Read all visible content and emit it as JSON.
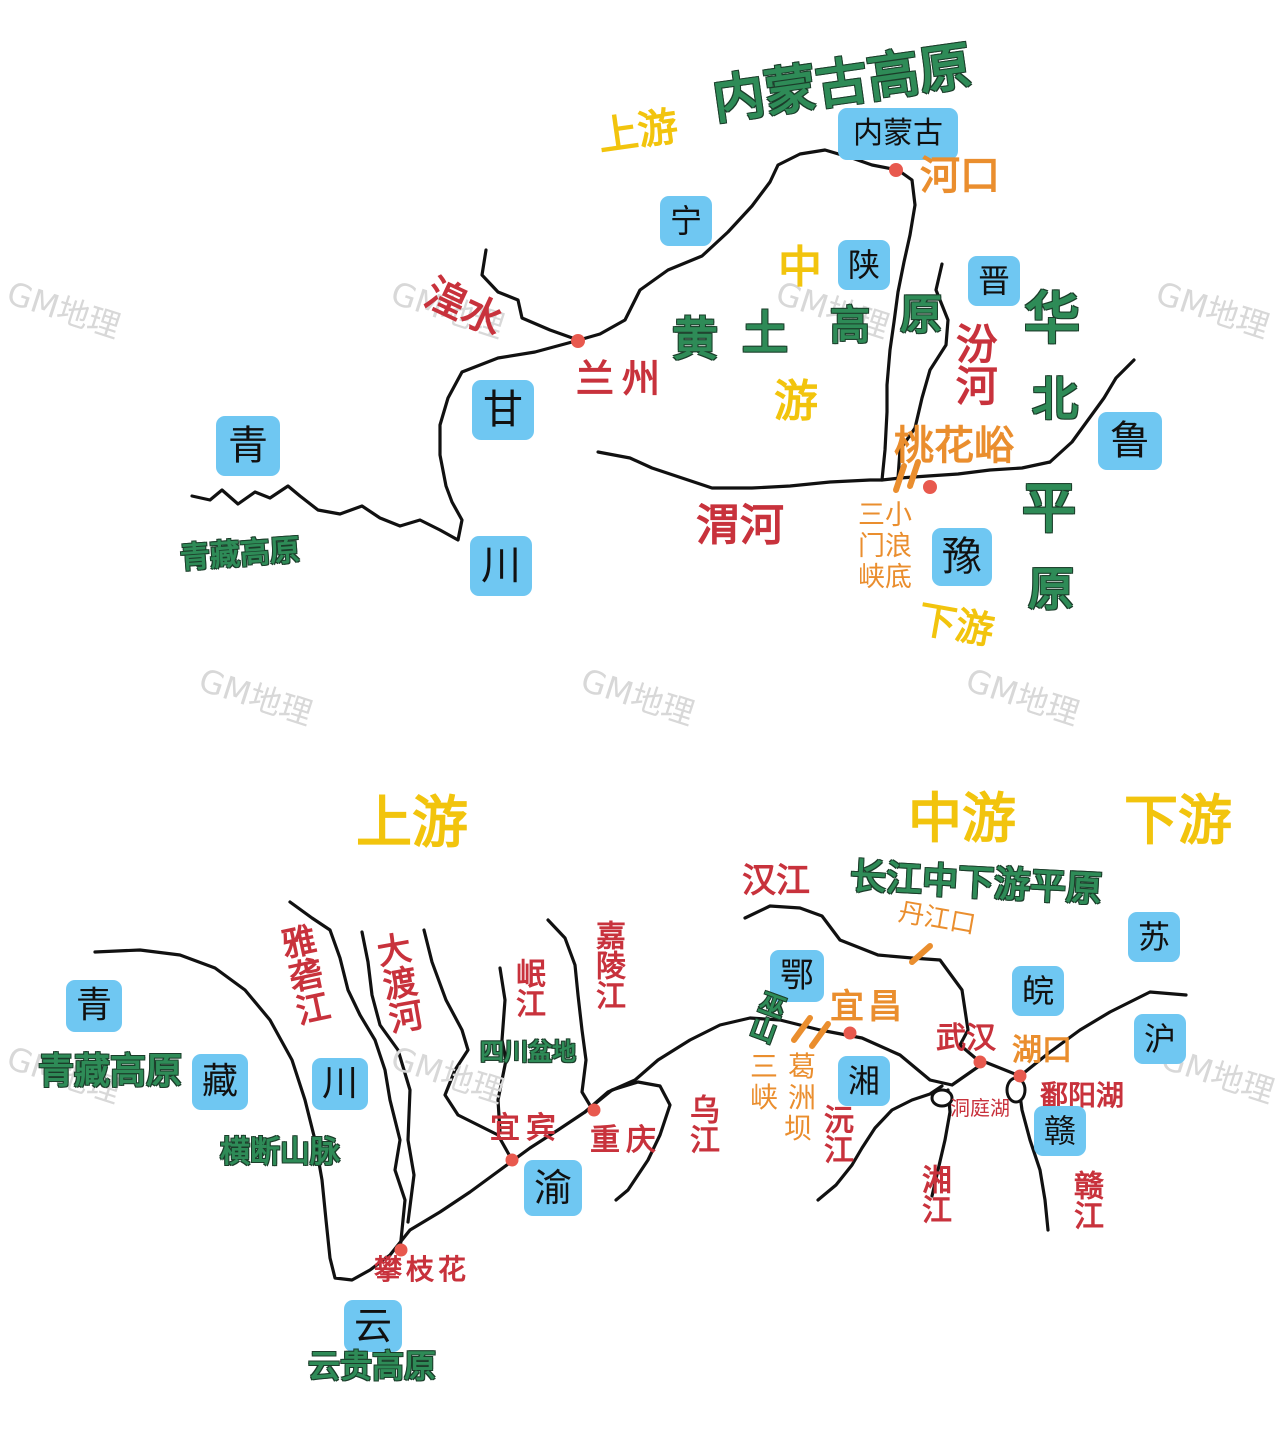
{
  "yellow_river": {
    "stages": {
      "upper": "上游",
      "middle": "中游",
      "lower": "下游"
    },
    "regions": {
      "inner_mongolia_plateau": "内蒙古高原",
      "loess_plateau": [
        "黄",
        "土",
        "高",
        "原"
      ],
      "north_china_plain": [
        "华",
        "北",
        "平",
        "原"
      ],
      "qinghai_tibet_plateau": "青藏高原"
    },
    "provinces": {
      "inner_mongolia": "内蒙古",
      "ningxia": "宁",
      "shaanxi": "陕",
      "shanxi": "晋",
      "gansu": "甘",
      "qinghai": "青",
      "sichuan": "川",
      "henan": "豫",
      "shandong": "鲁"
    },
    "rivers": {
      "huangshui": "湟水",
      "fenhe": "汾河",
      "weihe": "渭河"
    },
    "places": {
      "lanzhou": "兰州",
      "hekou": "河口",
      "taohuayu": "桃花峪",
      "xiaolangdi": [
        "三小",
        "门浪",
        "峡底"
      ]
    }
  },
  "yangtze_river": {
    "stages": {
      "upper": "上游",
      "middle": "中游",
      "lower": "下游"
    },
    "regions": {
      "qinghai_tibet_plateau": "青藏高原",
      "sichuan_basin": "四川盆地",
      "hengduan_mountains": "横断山脉",
      "yungui_plateau": "云贵高原",
      "middle_lower_plain": "长江中下游平原"
    },
    "provinces": {
      "qinghai": "青",
      "tibet": "藏",
      "sichuan": "川",
      "yunnan": "云",
      "chongqing": "渝",
      "hubei": "鄂",
      "hunan": "湘",
      "anhui": "皖",
      "jiangsu": "苏",
      "shanghai": "沪",
      "jiangxi": "赣"
    },
    "rivers": {
      "yalong": "雅砻江",
      "dadu": "大渡河",
      "minjiang": "岷江",
      "jialing": "嘉陵江",
      "wujiang": "乌江",
      "hanjiang": "汉江",
      "yuanjiang": "沅江",
      "xiangjiang": "湘江",
      "ganjiang": "赣江"
    },
    "places": {
      "panzhihua": "攀枝花",
      "yibin": "宜宾",
      "chongqing": "重庆",
      "yichang": "宜昌",
      "wuhan": "武汉",
      "hukou": "湖口",
      "danjiangkou": "丹江口",
      "wushan": "巫山",
      "gezhouba": "三葛峡洲坝",
      "dongting": "洞庭湖",
      "poyang": "鄱阳湖"
    }
  },
  "watermark": "GM地理",
  "colors": {
    "province": "#6fc7f2",
    "region": "#2e8b57",
    "stage": "#f2c40d",
    "river_label": "#c8323c",
    "place": "#ea8e2e",
    "city_dot": "#e8594e"
  }
}
